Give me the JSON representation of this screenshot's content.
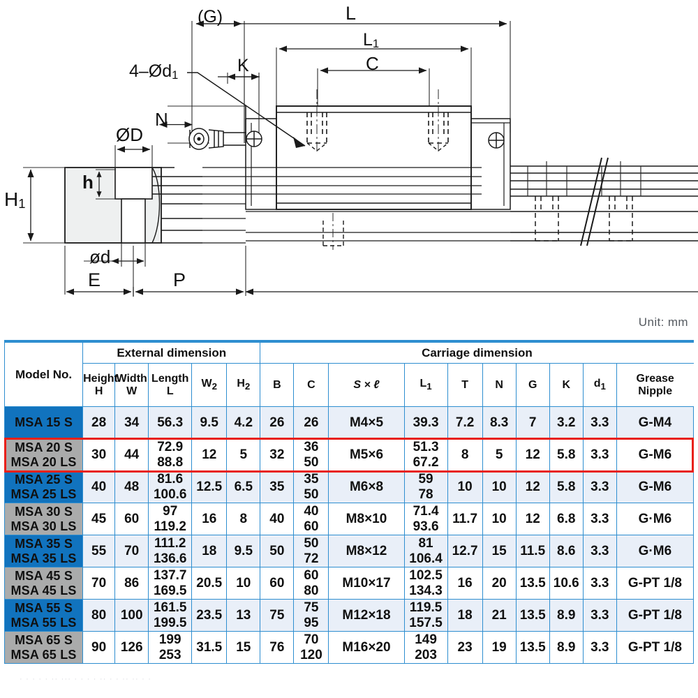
{
  "drawing": {
    "labels": [
      {
        "key": "G",
        "text": "(G)"
      },
      {
        "key": "L",
        "text": "L"
      },
      {
        "key": "L1",
        "text": "L",
        "sub": "1"
      },
      {
        "key": "C",
        "text": "C"
      },
      {
        "key": "K",
        "text": "K"
      },
      {
        "key": "fourd1",
        "text": "4–Ød",
        "sub": "1"
      },
      {
        "key": "N",
        "text": "N"
      },
      {
        "key": "OD",
        "text": "ØD"
      },
      {
        "key": "h",
        "text": "h"
      },
      {
        "key": "H1",
        "text": "H",
        "sub": "1"
      },
      {
        "key": "Od",
        "text": "ød"
      },
      {
        "key": "E",
        "text": "E"
      },
      {
        "key": "P",
        "text": "P"
      }
    ]
  },
  "unit_note": "Unit: mm",
  "table": {
    "group_headers": {
      "model": "Model No.",
      "external": "External dimension",
      "carriage": "Carriage dimension"
    },
    "columns": [
      {
        "id": "model",
        "line1": "Model No.",
        "line2": ""
      },
      {
        "id": "H",
        "line1": "Height",
        "line2": "H"
      },
      {
        "id": "W",
        "line1": "Width",
        "line2": "W"
      },
      {
        "id": "L",
        "line1": "Length",
        "line2": "L"
      },
      {
        "id": "W2",
        "line1": "W",
        "line2": "",
        "sub": "2"
      },
      {
        "id": "H2",
        "line1": "H",
        "line2": "",
        "sub": "2"
      },
      {
        "id": "B",
        "line1": "B",
        "line2": ""
      },
      {
        "id": "C",
        "line1": "C",
        "line2": ""
      },
      {
        "id": "Sxl",
        "line1": "S × ℓ",
        "line2": ""
      },
      {
        "id": "L1",
        "line1": "L",
        "line2": "",
        "sub": "1"
      },
      {
        "id": "T",
        "line1": "T",
        "line2": ""
      },
      {
        "id": "N",
        "line1": "N",
        "line2": ""
      },
      {
        "id": "G",
        "line1": "G",
        "line2": ""
      },
      {
        "id": "K",
        "line1": "K",
        "line2": ""
      },
      {
        "id": "d1",
        "line1": "d",
        "line2": "",
        "sub": "1"
      },
      {
        "id": "grease",
        "line1": "Grease",
        "line2": "Nipple"
      }
    ],
    "rows": [
      {
        "model": "MSA 15 S",
        "model_color": "blue",
        "tint": true,
        "highlight": false,
        "H": "28",
        "W": "34",
        "L": "56.3",
        "W2": "9.5",
        "H2": "4.2",
        "B": "26",
        "C": "26",
        "Sxl": "M4×5",
        "L1": "39.3",
        "T": "7.2",
        "N": "8.3",
        "G": "7",
        "K": "3.2",
        "d1": "3.3",
        "grease": "G-M4"
      },
      {
        "model": "MSA 20 S\nMSA 20 LS",
        "model_color": "gray",
        "tint": false,
        "highlight": true,
        "H": "30",
        "W": "44",
        "L": "72.9\n88.8",
        "W2": "12",
        "H2": "5",
        "B": "32",
        "C": "36\n50",
        "Sxl": "M5×6",
        "L1": "51.3\n67.2",
        "T": "8",
        "N": "5",
        "G": "12",
        "K": "5.8",
        "d1": "3.3",
        "grease": "G-M6"
      },
      {
        "model": "MSA 25 S\nMSA 25 LS",
        "model_color": "blue",
        "tint": true,
        "highlight": false,
        "H": "40",
        "W": "48",
        "L": "81.6\n100.6",
        "W2": "12.5",
        "H2": "6.5",
        "B": "35",
        "C": "35\n50",
        "Sxl": "M6×8",
        "L1": "59\n78",
        "T": "10",
        "N": "10",
        "G": "12",
        "K": "5.8",
        "d1": "3.3",
        "grease": "G-M6"
      },
      {
        "model": "MSA 30 S\nMSA 30 LS",
        "model_color": "gray",
        "tint": false,
        "highlight": false,
        "H": "45",
        "W": "60",
        "L": "97\n119.2",
        "W2": "16",
        "H2": "8",
        "B": "40",
        "C": "40\n60",
        "Sxl": "M8×10",
        "L1": "71.4\n93.6",
        "T": "11.7",
        "N": "10",
        "G": "12",
        "K": "6.8",
        "d1": "3.3",
        "grease": "G·M6"
      },
      {
        "model": "MSA 35 S\nMSA 35 LS",
        "model_color": "blue",
        "tint": true,
        "highlight": false,
        "H": "55",
        "W": "70",
        "L": "111.2\n136.6",
        "W2": "18",
        "H2": "9.5",
        "B": "50",
        "C": "50\n72",
        "Sxl": "M8×12",
        "L1": "81\n106.4",
        "T": "12.7",
        "N": "15",
        "G": "11.5",
        "K": "8.6",
        "d1": "3.3",
        "grease": "G·M6"
      },
      {
        "model": "MSA 45 S\nMSA 45 LS",
        "model_color": "gray",
        "tint": false,
        "highlight": false,
        "H": "70",
        "W": "86",
        "L": "137.7\n169.5",
        "W2": "20.5",
        "H2": "10",
        "B": "60",
        "C": "60\n80",
        "Sxl": "M10×17",
        "L1": "102.5\n134.3",
        "T": "16",
        "N": "20",
        "G": "13.5",
        "K": "10.6",
        "d1": "3.3",
        "grease": "G-PT 1/8"
      },
      {
        "model": "MSA 55 S\nMSA 55 LS",
        "model_color": "blue",
        "tint": true,
        "highlight": false,
        "H": "80",
        "W": "100",
        "L": "161.5\n199.5",
        "W2": "23.5",
        "H2": "13",
        "B": "75",
        "C": "75\n95",
        "Sxl": "M12×18",
        "L1": "119.5\n157.5",
        "T": "18",
        "N": "21",
        "G": "13.5",
        "K": "8.9",
        "d1": "3.3",
        "grease": "G-PT 1/8"
      },
      {
        "model": "MSA 65 S\nMSA 65 LS",
        "model_color": "gray",
        "tint": false,
        "highlight": false,
        "H": "90",
        "W": "126",
        "L": "199\n253",
        "W2": "31.5",
        "H2": "15",
        "B": "76",
        "C": "70\n120",
        "Sxl": "M16×20",
        "L1": "149\n203",
        "T": "23",
        "N": "19",
        "G": "13.5",
        "K": "8.9",
        "d1": "3.3",
        "grease": "G-PT 1/8"
      }
    ]
  },
  "colors": {
    "table_blue": "#1173be",
    "table_gray": "#aaabab",
    "grid_blue": "#2e8ed0",
    "row_tint": "#e9eff8",
    "highlight_red": "#e8201a"
  },
  "caption_strip": "·  ·     ·        ·    ·          ··  ···       ·     ·     ·     ·   ··        · · ··  ··            ·            ·"
}
